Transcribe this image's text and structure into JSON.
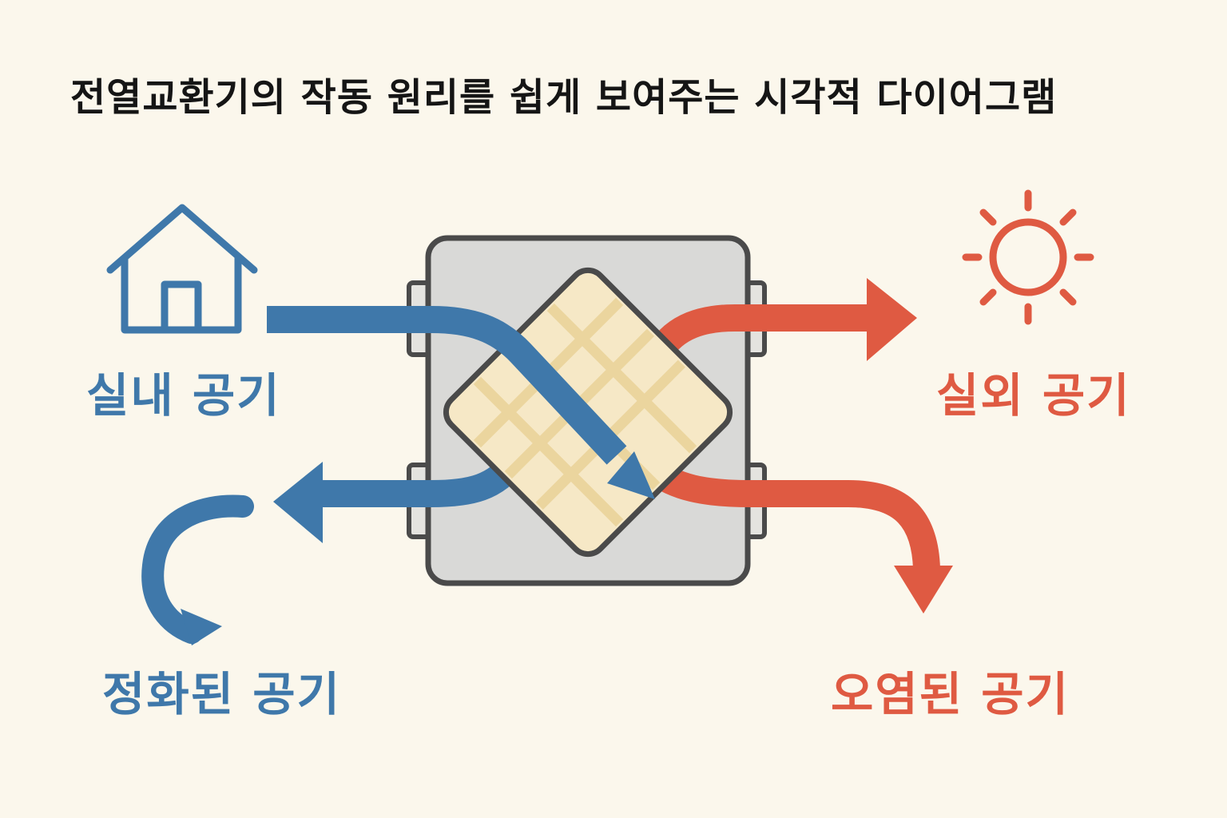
{
  "title": "전열교환기의 작동 원리를 쉽게 보여주는 시각적 다이어그램",
  "labels": {
    "indoor_air": "실내 공기",
    "outdoor_air": "실외 공기",
    "purified_air": "정화된 공기",
    "polluted_air": "오염된 공기"
  },
  "colors": {
    "background": "#fbf7ec",
    "indoor_blue": "#3f78aa",
    "outdoor_red": "#df5a42",
    "unit_body": "#d9d9d7",
    "unit_outline": "#4a4a4a",
    "core_fill": "#f6e8c6",
    "core_grid": "#ead39a"
  },
  "icons": {
    "indoor": "house-icon",
    "outdoor": "sun-icon"
  }
}
